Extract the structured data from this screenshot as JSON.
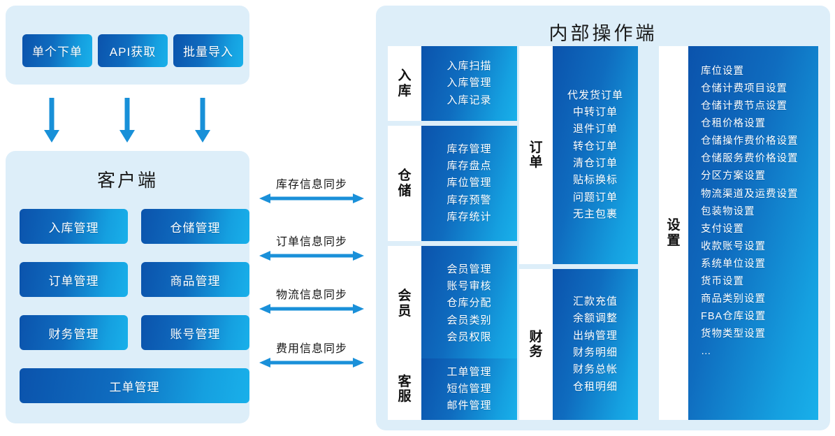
{
  "colors": {
    "panel_bg": "#ddeef9",
    "gradient_dark": "#0b53ac",
    "gradient_light": "#19b0ea",
    "arrow": "#1890d8",
    "text_dark": "#1a1a1a",
    "text_light": "#ffffff"
  },
  "source": {
    "buttons": [
      {
        "label": "单个下单"
      },
      {
        "label": "API获取"
      },
      {
        "label": "批量导入"
      }
    ]
  },
  "arrows_down": [
    {
      "name": "down-arrow-1"
    },
    {
      "name": "down-arrow-2"
    },
    {
      "name": "down-arrow-3"
    }
  ],
  "client": {
    "title": "客户端",
    "buttons": [
      {
        "label": "入库管理"
      },
      {
        "label": "仓储管理"
      },
      {
        "label": "订单管理"
      },
      {
        "label": "商品管理"
      },
      {
        "label": "财务管理"
      },
      {
        "label": "账号管理"
      },
      {
        "label": "工单管理"
      }
    ]
  },
  "sync": [
    {
      "label": "库存信息同步"
    },
    {
      "label": "订单信息同步"
    },
    {
      "label": "物流信息同步"
    },
    {
      "label": "费用信息同步"
    }
  ],
  "internal": {
    "title": "内部操作端",
    "groups": [
      {
        "label": "入库",
        "items": [
          "入库扫描",
          "入库管理",
          "入库记录"
        ]
      },
      {
        "label": "仓储",
        "items": [
          "库存管理",
          "库存盘点",
          "库位管理",
          "库存预警",
          "库存统计"
        ]
      },
      {
        "label": "会员",
        "items": [
          "会员管理",
          "账号审核",
          "仓库分配",
          "会员类别",
          "会员权限"
        ]
      },
      {
        "label": "客服",
        "items": [
          "工单管理",
          "短信管理",
          "邮件管理"
        ]
      },
      {
        "label": "订单",
        "items": [
          "代发货订单",
          "中转订单",
          "退件订单",
          "转仓订单",
          "清仓订单",
          "贴标换标",
          "问题订单",
          "无主包裹"
        ]
      },
      {
        "label": "财务",
        "items": [
          "汇款充值",
          "余额调整",
          "出纳管理",
          "财务明细",
          "财务总帐",
          "仓租明细"
        ]
      },
      {
        "label": "设置",
        "items": [
          "库位设置",
          "仓储计费项目设置",
          "仓储计费节点设置",
          "仓租价格设置",
          "仓储操作费价格设置",
          "仓储服务费价格设置",
          "分区方案设置",
          "物流渠道及运费设置",
          "包装物设置",
          "支付设置",
          "收款账号设置",
          "系统单位设置",
          "货币设置",
          "商品类别设置",
          "FBA仓库设置",
          "货物类型设置",
          "…"
        ]
      }
    ]
  }
}
